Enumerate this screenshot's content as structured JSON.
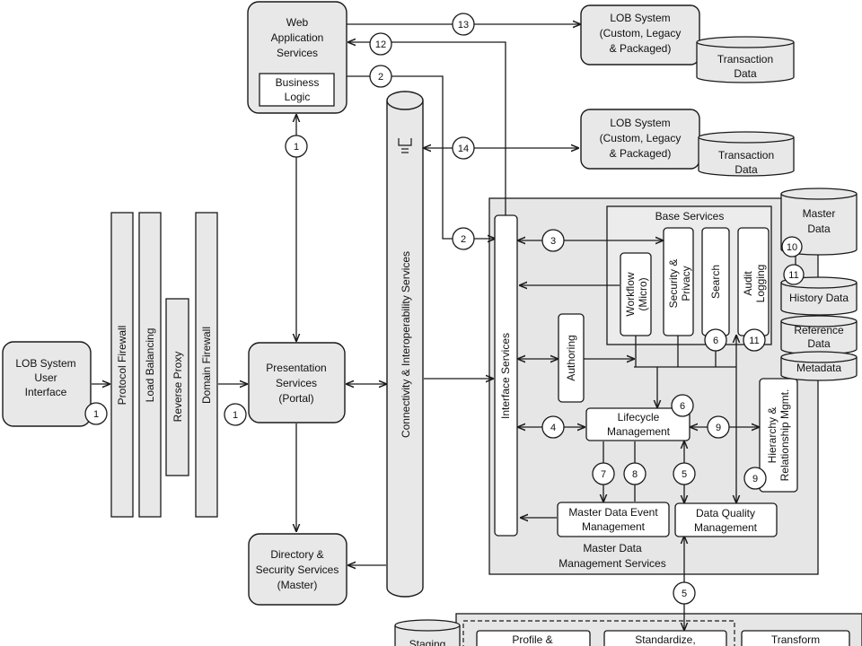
{
  "boxes": {
    "web_app": [
      "Web",
      "Application",
      "Services"
    ],
    "business_logic": [
      "Business",
      "Logic"
    ],
    "lob_1": [
      "LOB System",
      "(Custom, Legacy",
      "& Packaged)"
    ],
    "lob_2": [
      "LOB System",
      "(Custom, Legacy",
      "& Packaged)"
    ],
    "transaction_1": [
      "Transaction",
      "Data"
    ],
    "transaction_2": [
      "Transaction",
      "Data"
    ],
    "lob_ui": [
      "LOB System",
      "User",
      "Interface"
    ],
    "protocol_firewall": "Protocol Firewall",
    "load_balancing": "Load Balancing",
    "reverse_proxy": "Reverse Proxy",
    "domain_firewall": "Domain Firewall",
    "presentation": [
      "Presentation",
      "Services",
      "(Portal)"
    ],
    "directory": [
      "Directory &",
      "Security Services",
      "(Master)"
    ],
    "connectivity": "Connectivity & Interoperability Services",
    "interface_services": "Interface Services",
    "base_services": "Base Services",
    "workflow": [
      "Workflow",
      "(Micro)"
    ],
    "security_privacy": [
      "Security &",
      "Privacy"
    ],
    "search": "Search",
    "audit_logging": [
      "Audit",
      "Logging"
    ],
    "authoring": "Authoring",
    "lifecycle": [
      "Lifecycle",
      "Management"
    ],
    "hierarchy": [
      "Hierarchy &",
      "Relationship Mgmt."
    ],
    "event_mgmt": [
      "Master Data Event",
      "Management"
    ],
    "data_quality": [
      "Data Quality",
      "Management"
    ],
    "mdm_services": [
      "Master Data",
      "Management Services"
    ],
    "master_data": [
      "Master",
      "Data"
    ],
    "history_data": "History Data",
    "reference_data": [
      "Reference",
      "Data"
    ],
    "metadata": "Metadata",
    "staging": "Staging",
    "profile": "Profile &",
    "standardize": "Standardize,",
    "transform": "Transform"
  },
  "markers": {
    "m13": "13",
    "m12": "12",
    "m2a": "2",
    "m1a": "1",
    "m14": "14",
    "m2b": "2",
    "m3": "3",
    "m10": "10",
    "m11a": "11",
    "m6a": "6",
    "m11b": "11",
    "m1b": "1",
    "m1c": "1",
    "m4": "4",
    "m6b": "6",
    "m9a": "9",
    "m9b": "9",
    "m7": "7",
    "m8": "8",
    "m5a": "5",
    "m5b": "5"
  },
  "colors": {
    "box_fill": "#e8e8e8",
    "panel_fill": "#e6e6e6",
    "line": "#1a1a1a",
    "white": "#ffffff"
  }
}
